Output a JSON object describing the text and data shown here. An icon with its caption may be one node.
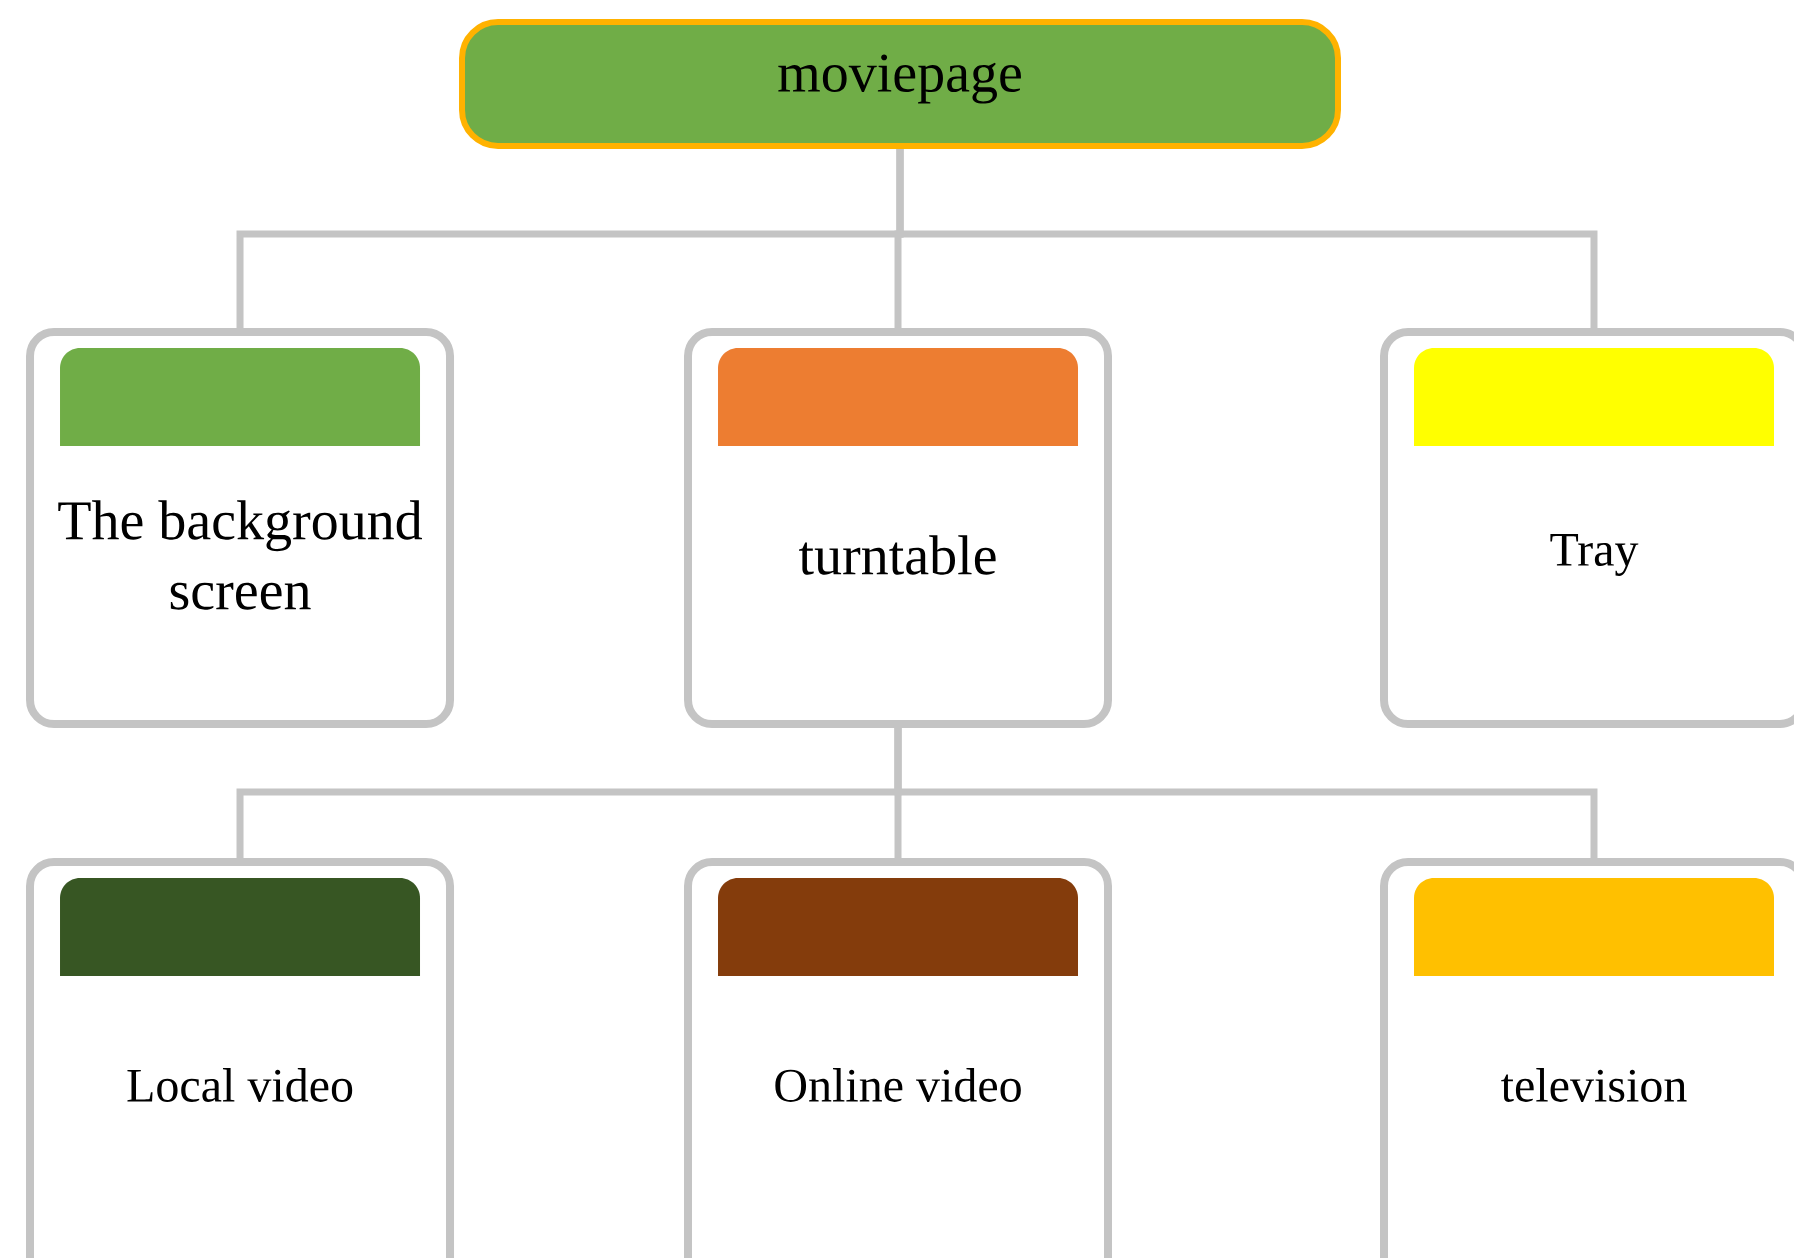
{
  "diagram": {
    "nodes": [
      {
        "text": [
          "moviepage"
        ]
      },
      {
        "text": [
          "The background screen"
        ]
      },
      {
        "text": [
          "turntable"
        ]
      },
      {
        "text": [
          "Tray"
        ]
      },
      {
        "text": [
          "Local video"
        ]
      },
      {
        "text": [
          "Online video"
        ]
      },
      {
        "text": [
          "television"
        ]
      }
    ],
    "edges": [
      {
        "from": 0,
        "to": 1,
        "arrow": "none"
      },
      {
        "from": 0,
        "to": 2,
        "arrow": "none"
      },
      {
        "from": 0,
        "to": 3,
        "arrow": "none"
      },
      {
        "from": 2,
        "to": 4,
        "arrow": "none"
      },
      {
        "from": 2,
        "to": 5,
        "arrow": "none"
      },
      {
        "from": 2,
        "to": 6,
        "arrow": "none"
      }
    ]
  }
}
